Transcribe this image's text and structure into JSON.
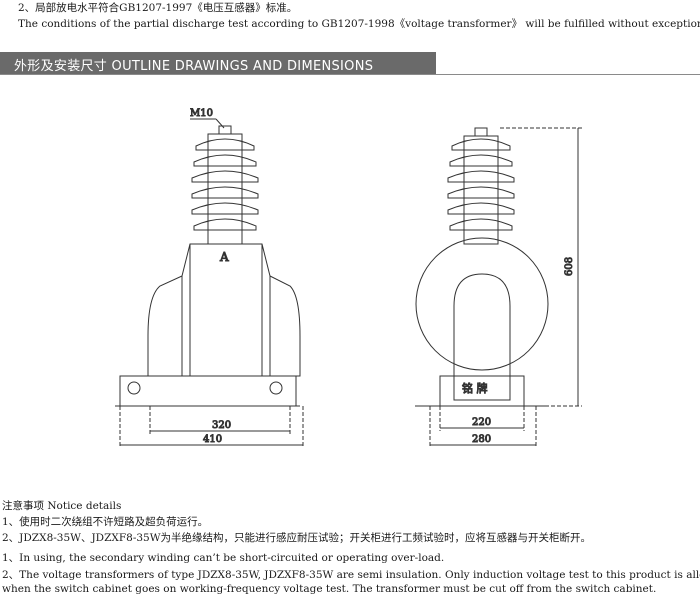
{
  "top_text": {
    "line1": "2、局部放电水平符合GB1207-1997《电压互感器》标准。",
    "line2": "The conditions of the partial discharge test according to GB1207-1998《voltage transformer》 will be fulfilled without exception."
  },
  "section": {
    "title": "外形及安装尺寸  OUTLINE DRAWINGS AND DIMENSIONS"
  },
  "drawing": {
    "left_view": {
      "terminal_label": "M10",
      "marker_label": "A",
      "dim_inner": "320",
      "dim_outer": "410"
    },
    "right_view": {
      "nameplate": "铭  牌",
      "dim_height": "608",
      "dim_inner": "220",
      "dim_outer": "280"
    }
  },
  "notes": {
    "title": "注意事项  Notice details",
    "items": [
      "1、使用时二次绕组不许短路及超负荷运行。",
      "2、JDZX8-35W、JDZXF8-35W为半绝缘结构，只能进行感应耐压试验；开关柜进行工频试验时，应将互感器与开关柜断开。",
      "1、In using, the secondary winding can’t be short-circuited or operating over-load.",
      "2、The voltage transformers of type JDZX8-35W, JDZXF8-35W are semi insulation. Only induction voltage test to this product is allowed;",
      "   when the switch cabinet goes on working-frequency voltage test. The transformer must be cut off from the switch cabinet."
    ]
  }
}
